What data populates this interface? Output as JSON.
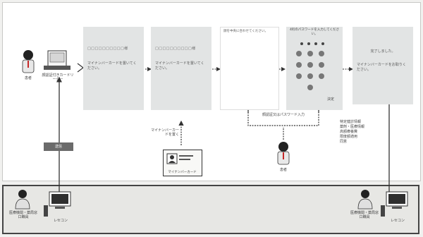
{
  "screens": {
    "s1": {
      "line1": "□□□□□□□□□□様",
      "line2": "マイナンバーカードを置いてください。"
    },
    "s2": {
      "line1": "□□□□□□□□□□様",
      "line2": "マイナンバーカードを置いてください。"
    },
    "s3": {
      "header": "顔を中央に合わせてください。"
    },
    "s4": {
      "header": "4桁のパスワードを入力してください。",
      "keypad_label": "決定"
    },
    "s5": {
      "line1": "完了しました。",
      "line2": "マイナンバーカードをお取りください。"
    }
  },
  "labels": {
    "patient_left": "患者",
    "reader": "顔認証付きカードリーダー",
    "transmit": "送信",
    "card_placement": "マイナンバーカードを置く",
    "face_or_pw": "顔認証又はパスワード入力",
    "patient_center": "患者",
    "mynumber_card": "マイナンバーカード",
    "info_list": [
      "特定健診情報",
      "薬剤・医療情報",
      "高額療養費",
      "限度額適用",
      "同意"
    ],
    "staff_left": "医療機関・薬局窓口職員",
    "pc_left": "レセコン",
    "staff_right": "医療機関・薬局窓口職員",
    "pc_right": "レセコン"
  },
  "colors": {
    "screen_bg": "#e2e4e4",
    "arrow": "#333333",
    "badge": "#6b6b6b",
    "avatar": "#9a9a9a"
  }
}
